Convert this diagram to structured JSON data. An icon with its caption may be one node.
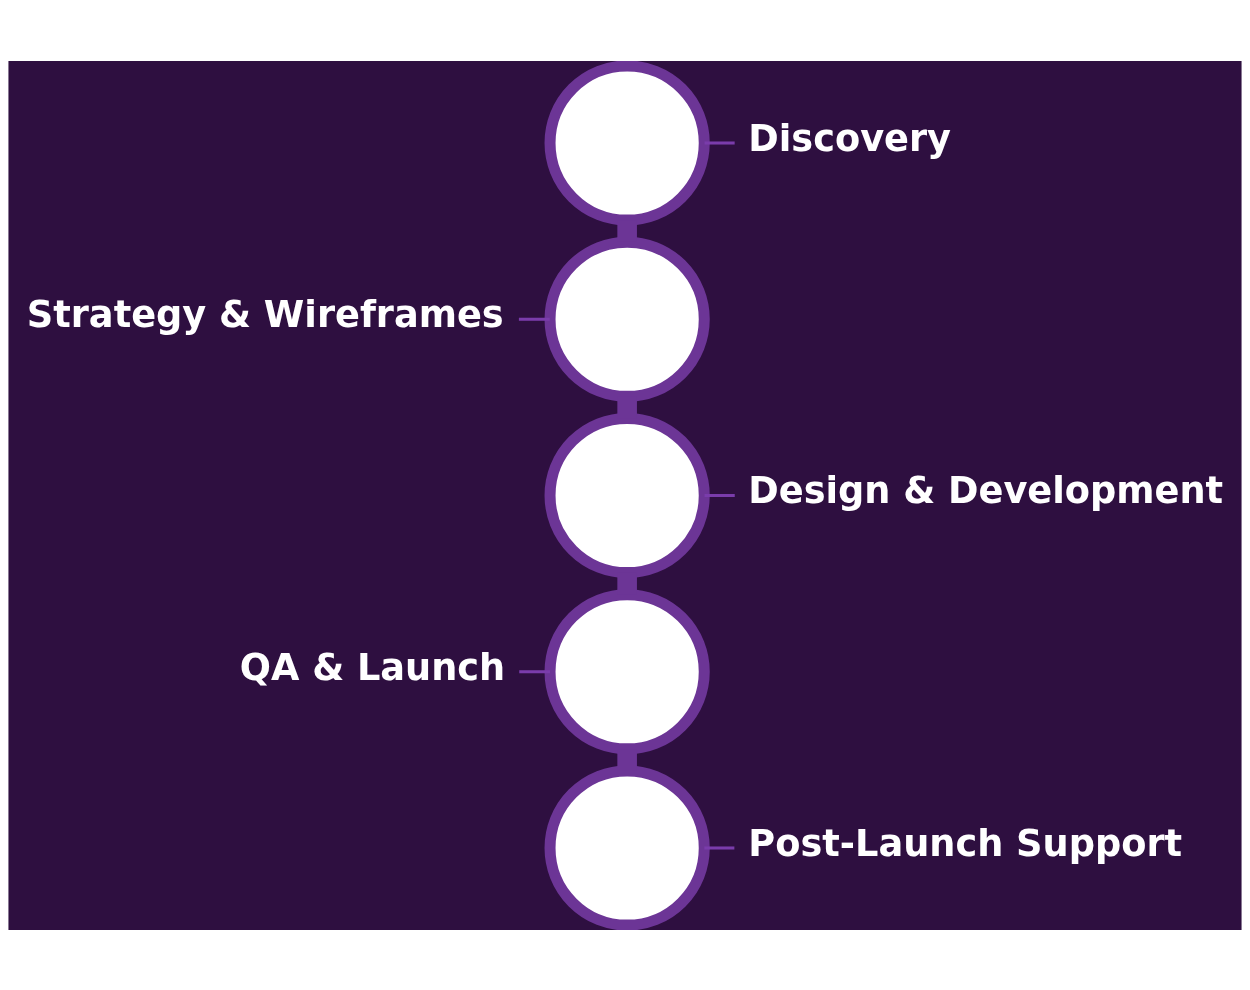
{
  "diagram": {
    "nodes": [
      {
        "text": [],
        "shape": "circle"
      },
      {
        "text": [
          "Discovery"
        ]
      },
      {
        "text": [
          "Strategy & Wireframes"
        ]
      },
      {
        "text": [],
        "shape": "circle"
      },
      {
        "text": [],
        "shape": "circle"
      },
      {
        "text": [
          "Design & Development"
        ]
      },
      {
        "text": [
          "QA & Launch"
        ]
      },
      {
        "text": [],
        "shape": "circle"
      },
      {
        "text": [],
        "shape": "circle"
      },
      {
        "text": [
          "Post-Launch Support"
        ]
      }
    ],
    "edges": [
      {
        "from": 1,
        "to": 0,
        "arrow": "none"
      },
      {
        "from": 0,
        "to": 3,
        "arrow": "none",
        "style": "thick"
      },
      {
        "from": 2,
        "to": 3,
        "arrow": "none"
      },
      {
        "from": 3,
        "to": 4,
        "arrow": "none",
        "style": "thick"
      },
      {
        "from": 5,
        "to": 4,
        "arrow": "none"
      },
      {
        "from": 4,
        "to": 7,
        "arrow": "none",
        "style": "thick"
      },
      {
        "from": 6,
        "to": 7,
        "arrow": "none"
      },
      {
        "from": 7,
        "to": 8,
        "arrow": "none",
        "style": "thick"
      },
      {
        "from": 9,
        "to": 8,
        "arrow": "none"
      }
    ]
  }
}
